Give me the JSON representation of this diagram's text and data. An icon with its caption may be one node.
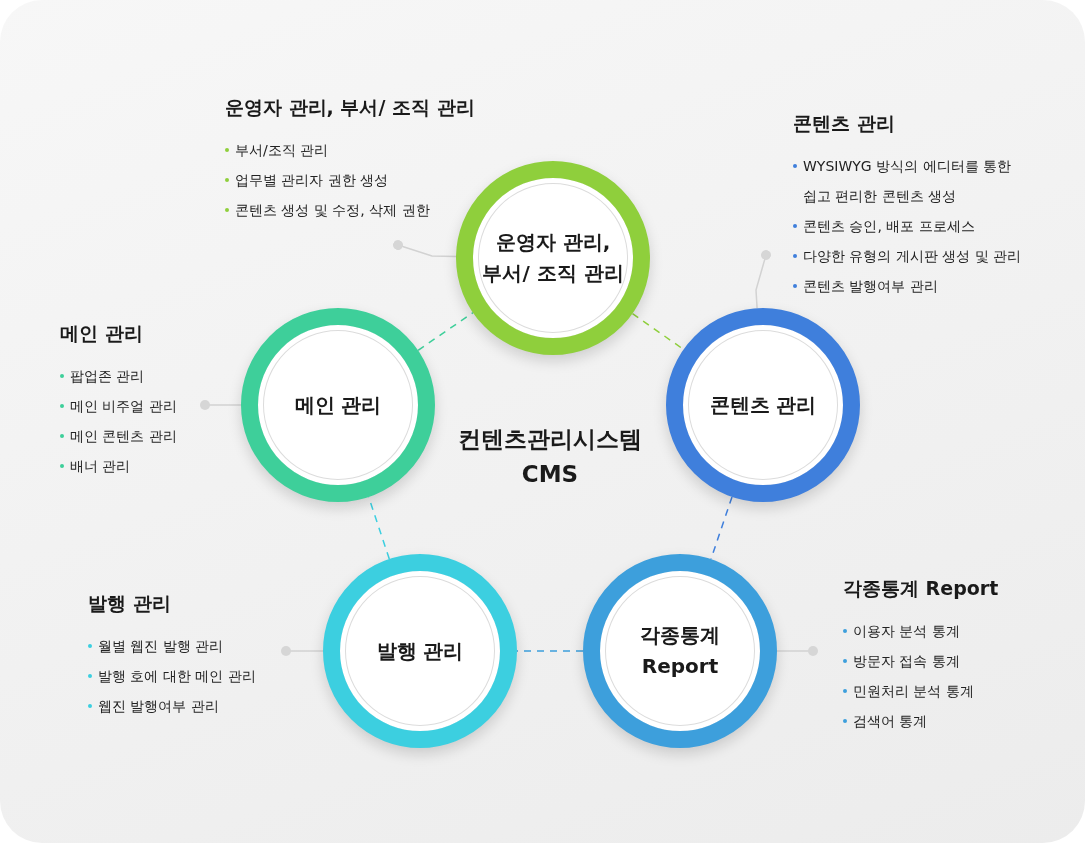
{
  "diagram": {
    "nodes": [
      {
        "text": [
          "운영자 관리, 부서/ 조직 관리"
        ]
      },
      {
        "text": [
          "메인 관리"
        ]
      },
      {
        "text": [
          "콘텐츠 관리"
        ]
      },
      {
        "text": [
          "발행 관리"
        ]
      },
      {
        "text": [
          "각종통계 Report"
        ]
      },
      {
        "text": [
          "운영자 관리, 부서/ 조직 관리",
          "부서/조직 관리",
          "업무별 관리자 권한 생성",
          "콘텐츠 생성 및 수정, 삭제 권한"
        ]
      },
      {
        "text": [
          "콘텐츠 관리",
          "WYSIWYG 방식의 에디터를 통한 쉽고 편리한 콘텐츠 생성",
          "콘텐츠 승인, 배포 프로세스",
          "다양한 유형의 게시판 생성 및 관리",
          "콘텐츠 발행여부 관리"
        ]
      },
      {
        "text": [
          "메인 관리",
          "팝업존 관리",
          "메인 비주얼 관리",
          "메인 콘텐츠 관리",
          "배너 관리"
        ]
      },
      {
        "text": [
          "발행 관리",
          "월별 웹진 발행 관리",
          "발행 호에 대한 메인 관리",
          "웹진 발행여부 관리"
        ]
      },
      {
        "text": [
          "각종통계 Report",
          "이용자 분석 통계",
          "방문자 접속 통계",
          "민원처리 분석 통계",
          "검색어 통계"
        ]
      }
    ],
    "edges": [
      {
        "from": 0,
        "to": 2,
        "arrow": "none",
        "style": "dashed",
        "color": "#8fcf3c"
      },
      {
        "from": 2,
        "to": 4,
        "arrow": "none",
        "style": "dashed",
        "color": "#3f7fdc"
      },
      {
        "from": 4,
        "to": 3,
        "arrow": "none",
        "style": "dashed",
        "color": "#3d9fdc"
      },
      {
        "from": 3,
        "to": 1,
        "arrow": "none",
        "style": "dashed",
        "color": "#3ccfe0"
      },
      {
        "from": 1,
        "to": 0,
        "arrow": "none",
        "style": "dashed",
        "color": "#3ecf9a"
      },
      {
        "from": 5,
        "to": 0,
        "arrow": "other"
      },
      {
        "from": 6,
        "to": 2,
        "arrow": "other"
      },
      {
        "from": 7,
        "to": 1,
        "arrow": "other"
      },
      {
        "from": 8,
        "to": 3,
        "arrow": "other"
      },
      {
        "from": 9,
        "to": 4,
        "arrow": "other"
      }
    ],
    "labels": [
      "컨텐츠관리시스템 CMS"
    ]
  }
}
